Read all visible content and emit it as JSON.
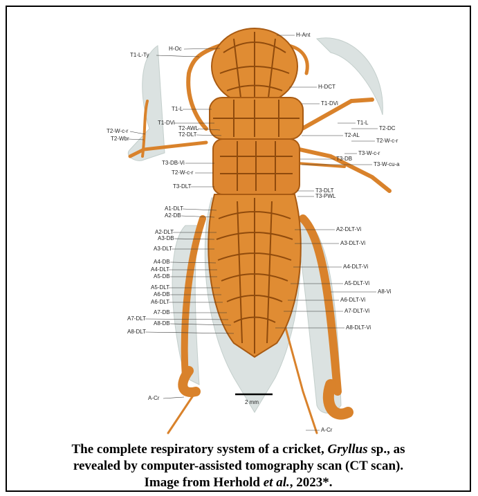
{
  "figure": {
    "labels_left": [
      "T1-L-Ty",
      "H-Oc",
      "T1-L",
      "T1-DVi",
      "T2-AWL",
      "T2-DLT",
      "T2-W-c-r",
      "T2-Wbr",
      "T3-DB-Vi",
      "T2-W-c-r",
      "T3-DLT",
      "A1-DLT",
      "A2-DB",
      "A2-DLT",
      "A3-DB",
      "A3-DLT",
      "A4-DB",
      "A4-DLT",
      "A5-DB",
      "A5-DLT",
      "A6-DB",
      "A6-DLT",
      "A7-DB",
      "A7-DLT",
      "A8-DB",
      "A8-DLT",
      "A-Cr"
    ],
    "labels_right": [
      "H-Ant",
      "H-DCT",
      "T1-DVi",
      "T1-L",
      "T2-DC",
      "T2-AL",
      "T2-W-c-r",
      "T3-W-c-r",
      "T3-DB",
      "T3-W-cu-a",
      "T3-DLT",
      "T3-PWL",
      "A2-DLT-Vi",
      "A3-DLT-Vi",
      "A4-DLT-Vi",
      "A5-DLT-Vi",
      "A8-Vi",
      "A6-DLT-Vi",
      "A7-DLT-Vi",
      "A8-DLT-Vi",
      "A-Cr"
    ],
    "scale_bar": "2 mm"
  },
  "caption": {
    "line1_before": "The complete respiratory system of a cricket, ",
    "genus": "Gryllus",
    "line1_after": " sp., as",
    "line2": "revealed by computer-assisted tomography scan (CT scan).",
    "line3_before": "Image from Herhold ",
    "etal": "et al.",
    "line3_after": ", 2023*."
  },
  "colors": {
    "tracheae": "#d9822b",
    "tracheae_dark": "#a85a12",
    "body_shadow": "#cfd8d6",
    "border": "#000000"
  }
}
